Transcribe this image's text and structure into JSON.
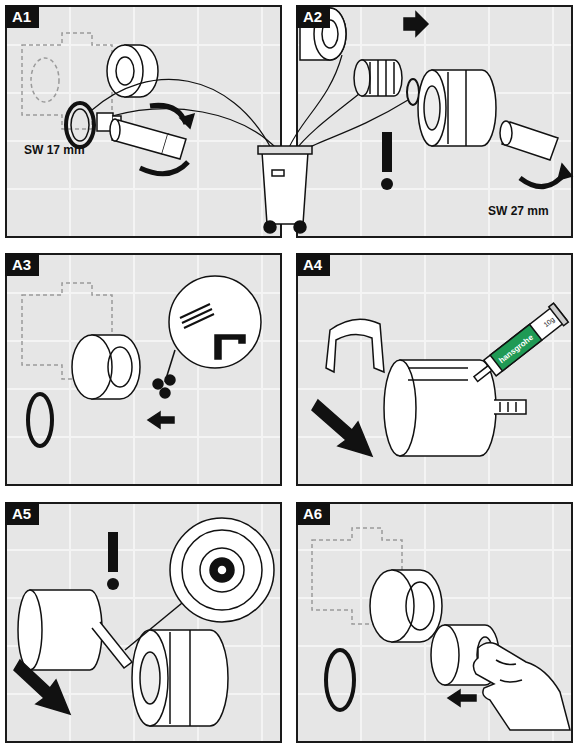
{
  "diagram": {
    "nodes": [
      {
        "text": [
          "A1"
        ]
      },
      {
        "text": [
          "A2"
        ]
      },
      {
        "text": [
          "A3"
        ]
      },
      {
        "text": [
          "A4"
        ]
      },
      {
        "text": [
          "A5"
        ]
      },
      {
        "text": [
          "A6"
        ]
      }
    ],
    "labels": [
      "SW 17 mm",
      "SW 27 mm",
      "hansgrohe",
      "10g"
    ]
  }
}
